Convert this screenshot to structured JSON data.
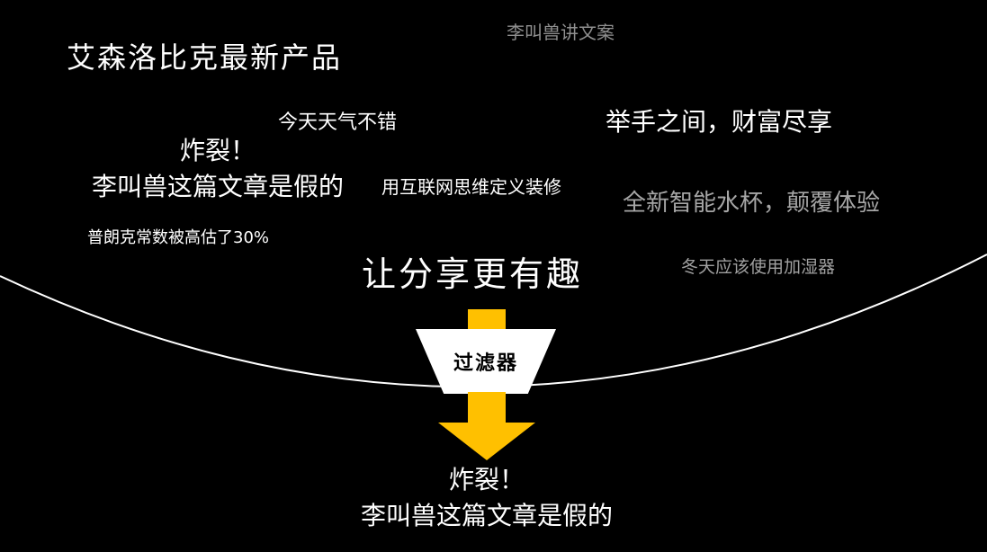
{
  "slide": {
    "watermark": "李叫兽讲文案",
    "phrases": {
      "product": "艾森洛比克最新产品",
      "weather": "今天天气不错",
      "wealth": "举手之间，财富尽享",
      "viral_line1": "炸裂！",
      "viral_line2": "李叫兽这篇文章是假的",
      "internet_decor": "用互联网思维定义装修",
      "smart_cup": "全新智能水杯，颠覆体验",
      "planck": "普朗克常数被高估了30%",
      "sharing": "让分享更有趣",
      "humidifier": "冬天应该使用加湿器"
    },
    "filter": {
      "label": "过滤器"
    },
    "result": {
      "line1": "炸裂！",
      "line2": "李叫兽这篇文章是假的"
    },
    "colors": {
      "background": "#000000",
      "text_primary": "#FFFFFF",
      "text_muted": "#9E9E9E",
      "accent_yellow": "#FFC000",
      "funnel_fill": "#FFFFFF",
      "filter_text": "#000000",
      "curve": "#FFFFFF"
    }
  }
}
